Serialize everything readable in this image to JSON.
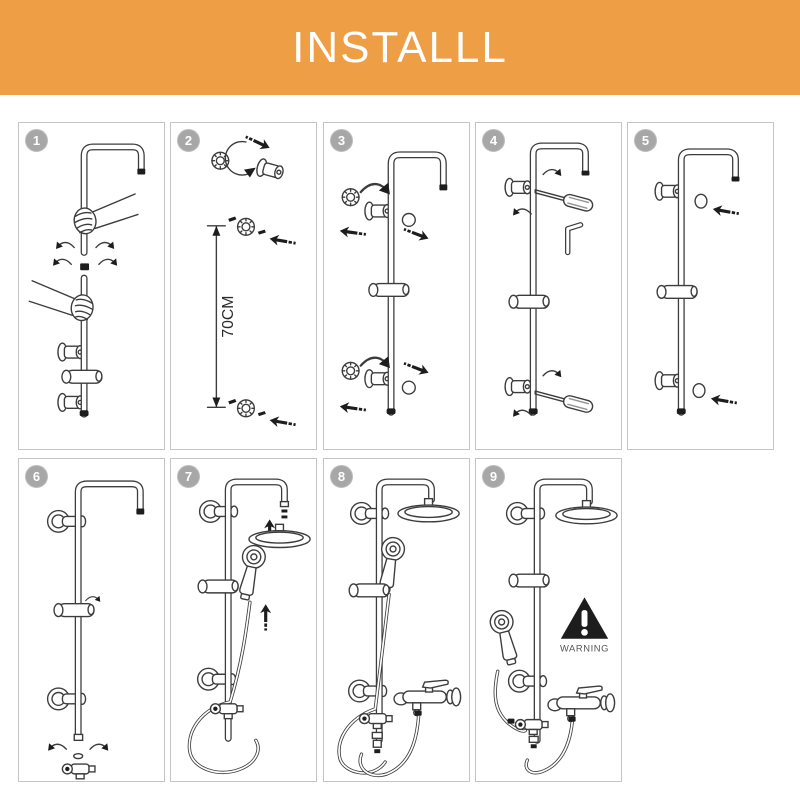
{
  "banner": {
    "title": "INSTALLL"
  },
  "theme": {
    "banner_bg": "#EE9E44",
    "banner_text": "#FFFFFF",
    "panel_border": "#C4C4C4",
    "badge_bg": "#A7A7A7",
    "badge_text": "#FFFFFF",
    "line_color": "#3C3C3C",
    "warning_fill": "#1D1D1D"
  },
  "panels": [
    {
      "number": "1",
      "illustration": "hand-screw-upper-pipe-onto-lower-pipe"
    },
    {
      "number": "2",
      "illustration": "wall-flanges-spaced-70cm-with-mounting-arrows"
    },
    {
      "number": "3",
      "illustration": "attach-pipe-brackets-and-flanges-to-wall"
    },
    {
      "number": "4",
      "illustration": "tighten-bracket-screws-with-screwdriver-and-hex-key"
    },
    {
      "number": "5",
      "illustration": "push-cover-caps-onto-brackets"
    },
    {
      "number": "6",
      "illustration": "screw-diverter-valve-onto-pipe-bottom"
    },
    {
      "number": "7",
      "illustration": "attach-rain-head-hand-shower-and-hose"
    },
    {
      "number": "8",
      "illustration": "connect-hose-between-diverter-and-mixer-faucet"
    },
    {
      "number": "9",
      "illustration": "finished-assembly-with-warning-notice"
    }
  ],
  "labels": {
    "dimension": "70CM",
    "warning": "WARNING"
  }
}
